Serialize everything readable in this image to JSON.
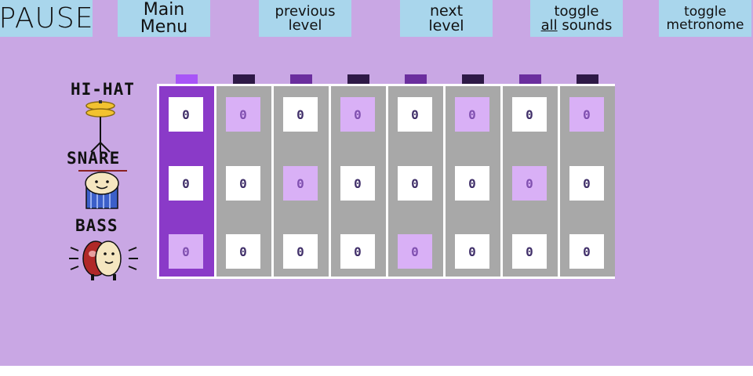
{
  "toolbar": {
    "pause": "PAUSE",
    "main_menu": "Main Menu",
    "previous_level": [
      "previous",
      "level"
    ],
    "next_level": [
      "next",
      "level"
    ],
    "toggle_sounds": [
      "toggle",
      "all",
      "sounds"
    ],
    "toggle_metronome": [
      "toggle",
      "metronome"
    ]
  },
  "instruments": [
    {
      "label": "HI-HAT",
      "icon": "hi-hat-icon"
    },
    {
      "label": "SNARE",
      "icon": "snare-drum-icon"
    },
    {
      "label": "BASS",
      "icon": "bass-drum-icon"
    }
  ],
  "active_step": 1,
  "beat_indicators": [
    "#a855f7",
    "#2e1946",
    "#6b2e9e",
    "#2e1946",
    "#6b2e9e",
    "#2e1946",
    "#6b2e9e",
    "#2e1946"
  ],
  "grid": [
    [
      {
        "v": "0",
        "on": false
      },
      {
        "v": "0",
        "on": true
      },
      {
        "v": "0",
        "on": false
      },
      {
        "v": "0",
        "on": true
      },
      {
        "v": "0",
        "on": false
      },
      {
        "v": "0",
        "on": true
      },
      {
        "v": "0",
        "on": false
      },
      {
        "v": "0",
        "on": true
      }
    ],
    [
      {
        "v": "0",
        "on": false
      },
      {
        "v": "0",
        "on": false
      },
      {
        "v": "0",
        "on": true
      },
      {
        "v": "0",
        "on": false
      },
      {
        "v": "0",
        "on": false
      },
      {
        "v": "0",
        "on": false
      },
      {
        "v": "0",
        "on": true
      },
      {
        "v": "0",
        "on": false
      }
    ],
    [
      {
        "v": "0",
        "on": true
      },
      {
        "v": "0",
        "on": false
      },
      {
        "v": "0",
        "on": false
      },
      {
        "v": "0",
        "on": false
      },
      {
        "v": "0",
        "on": true
      },
      {
        "v": "0",
        "on": false
      },
      {
        "v": "0",
        "on": false
      },
      {
        "v": "0",
        "on": false
      }
    ]
  ],
  "colors": {
    "background": "#c9a7e4",
    "button": "#a9d6ec",
    "active_column": "#8a3ac8",
    "inactive_column": "#a8a8a8",
    "cell_on": "#d9b0f6",
    "cell_off": "#ffffff"
  }
}
